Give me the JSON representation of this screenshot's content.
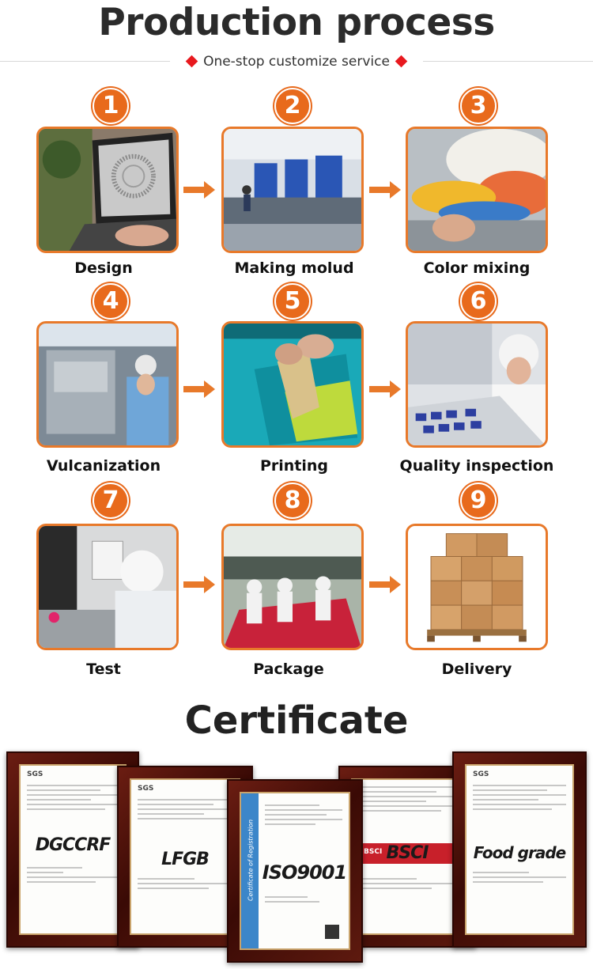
{
  "header": {
    "title": "Production process",
    "subtitle": "One-stop customize service"
  },
  "steps": [
    {
      "number": "1",
      "label": "Design"
    },
    {
      "number": "2",
      "label": "Making molud"
    },
    {
      "number": "3",
      "label": "Color mixing"
    },
    {
      "number": "4",
      "label": "Vulcanization"
    },
    {
      "number": "5",
      "label": "Printing"
    },
    {
      "number": "6",
      "label": "Quality inspection"
    },
    {
      "number": "7",
      "label": "Test"
    },
    {
      "number": "8",
      "label": "Package"
    },
    {
      "number": "9",
      "label": "Delivery"
    }
  ],
  "certificate": {
    "title": "Certificate",
    "items": [
      {
        "name": "DGCCRF",
        "header": "SGS"
      },
      {
        "name": "LFGB",
        "header": "SGS"
      },
      {
        "name": "ISO9001",
        "header": "Certificate of Registration"
      },
      {
        "name": "BSCI",
        "header": "BSCI"
      },
      {
        "name": "Food grade",
        "header": "SGS"
      }
    ]
  },
  "colors": {
    "accent_orange": "#e86a1c",
    "diamond_red": "#e8191e",
    "frame_brown": "#5e1a0f"
  }
}
